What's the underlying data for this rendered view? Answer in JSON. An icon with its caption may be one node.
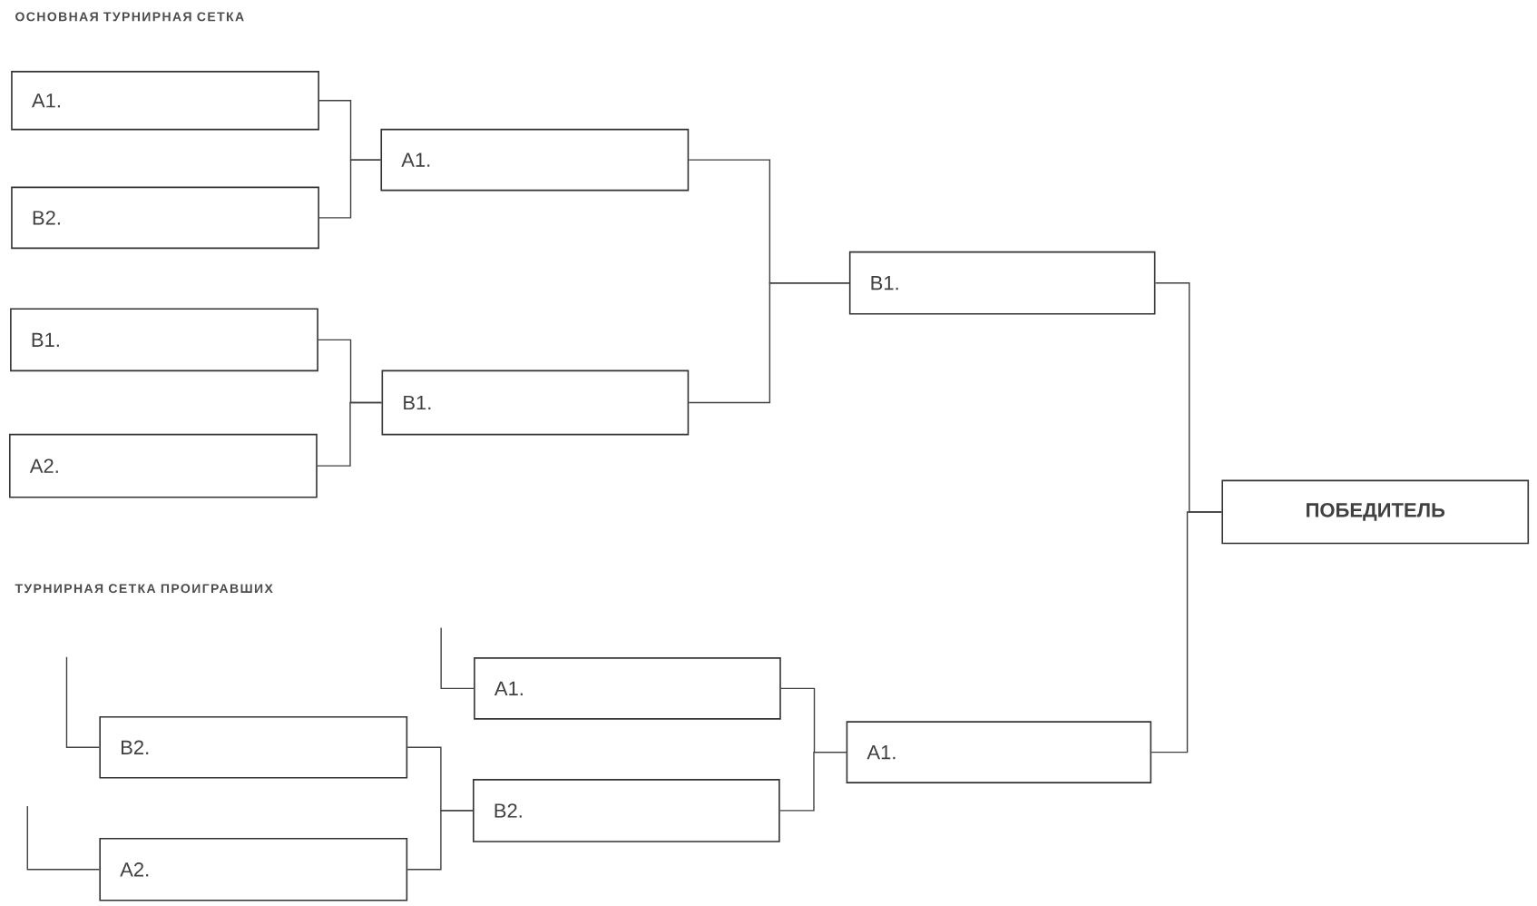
{
  "diagram": {
    "nodes": [
      {
        "text": [
          "A1."
        ]
      },
      {
        "text": [
          "B2."
        ]
      },
      {
        "text": [
          "B1."
        ]
      },
      {
        "text": [
          "A2."
        ]
      },
      {
        "text": [
          "A1."
        ]
      },
      {
        "text": [
          "B1."
        ]
      },
      {
        "text": [
          "B1."
        ]
      },
      {
        "text": [
          "ПОБЕДИТЕЛЬ"
        ]
      },
      {
        "text": [
          "A1."
        ]
      },
      {
        "text": [
          "B2."
        ]
      },
      {
        "text": [
          "A2."
        ]
      },
      {
        "text": [
          "B2."
        ]
      },
      {
        "text": [
          "A1."
        ]
      }
    ],
    "edges": [
      {
        "from": 0,
        "to": 4,
        "arrow": "none"
      },
      {
        "from": 1,
        "to": 4,
        "arrow": "none"
      },
      {
        "from": 2,
        "to": 5,
        "arrow": "none"
      },
      {
        "from": 3,
        "to": 5,
        "arrow": "none"
      },
      {
        "from": 4,
        "to": 6,
        "arrow": "none"
      },
      {
        "from": 5,
        "to": 6,
        "arrow": "none"
      },
      {
        "from": 6,
        "to": 7,
        "arrow": "none"
      },
      {
        "from": 12,
        "to": 7,
        "arrow": "none"
      },
      {
        "from": null,
        "to": 8,
        "arrow": "none"
      },
      {
        "from": null,
        "to": 9,
        "arrow": "none"
      },
      {
        "from": null,
        "to": 10,
        "arrow": "none"
      },
      {
        "from": 8,
        "to": 12,
        "arrow": "none"
      },
      {
        "from": 11,
        "to": 12,
        "arrow": "none"
      },
      {
        "from": 9,
        "to": 11,
        "arrow": "none"
      },
      {
        "from": 10,
        "to": 11,
        "arrow": "none"
      }
    ],
    "labels": [
      "ОСНОВНАЯ ТУРНИРНАЯ СЕТКА",
      "ТУРНИРНАЯ СЕТКА ПРОИГРАВШИХ"
    ]
  }
}
